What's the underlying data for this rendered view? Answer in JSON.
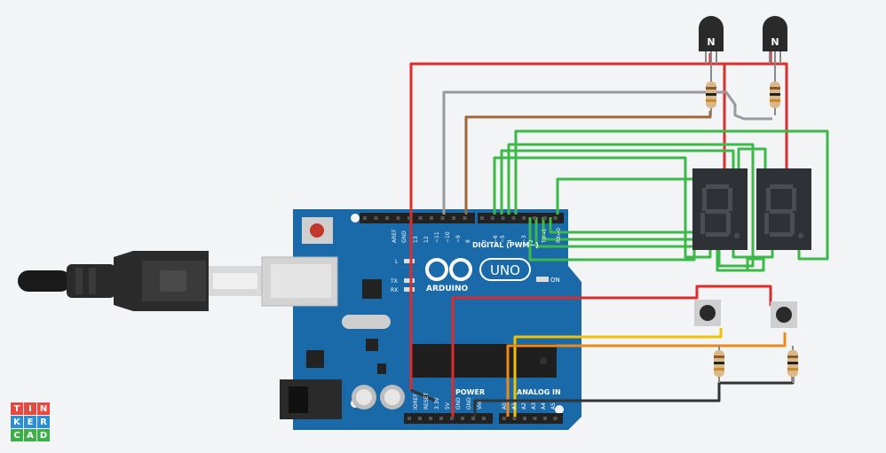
{
  "brand": {
    "letters": [
      "T",
      "I",
      "N",
      "K",
      "E",
      "R",
      "C",
      "A",
      "D"
    ],
    "colors": [
      "#e8493f",
      "#e8493f",
      "#e8493f",
      "#2c8ed6",
      "#2c8ed6",
      "#2c8ed6",
      "#3fae49",
      "#3fae49",
      "#3fae49"
    ]
  },
  "board": {
    "logo_text": "ARDUINO",
    "model_text": "UNO",
    "digital_header": "DIGITAL (PWM~)",
    "power_header": "POWER",
    "analog_header": "ANALOG IN",
    "on_label": "ON",
    "led_labels": [
      "L",
      "TX",
      "RX"
    ],
    "top_pins": [
      "AREF",
      "GND",
      "13",
      "12",
      "~11",
      "~10",
      "~9",
      "8",
      "7",
      "~6",
      "~5",
      "4",
      "~3",
      "2",
      "TX→1",
      "RX←0"
    ],
    "power_pins": [
      "IOREF",
      "RESET",
      "3.3V",
      "5V",
      "GND",
      "GND",
      "Vin"
    ],
    "analog_pins": [
      "A0",
      "A1",
      "A2",
      "A3",
      "A4",
      "A5"
    ]
  },
  "transistor_label": "N",
  "colors": {
    "background": "#f2f4f6",
    "board": "#1a69a8",
    "red_wire": "#dd2c2c",
    "green_wire": "#3db94a",
    "gray_wire": "#9a9a9a",
    "brown_wire": "#a0663a",
    "yellow_wire": "#f2c200",
    "orange_wire": "#ec8a1a",
    "black_wire": "#333333",
    "display": "#2e3135"
  }
}
